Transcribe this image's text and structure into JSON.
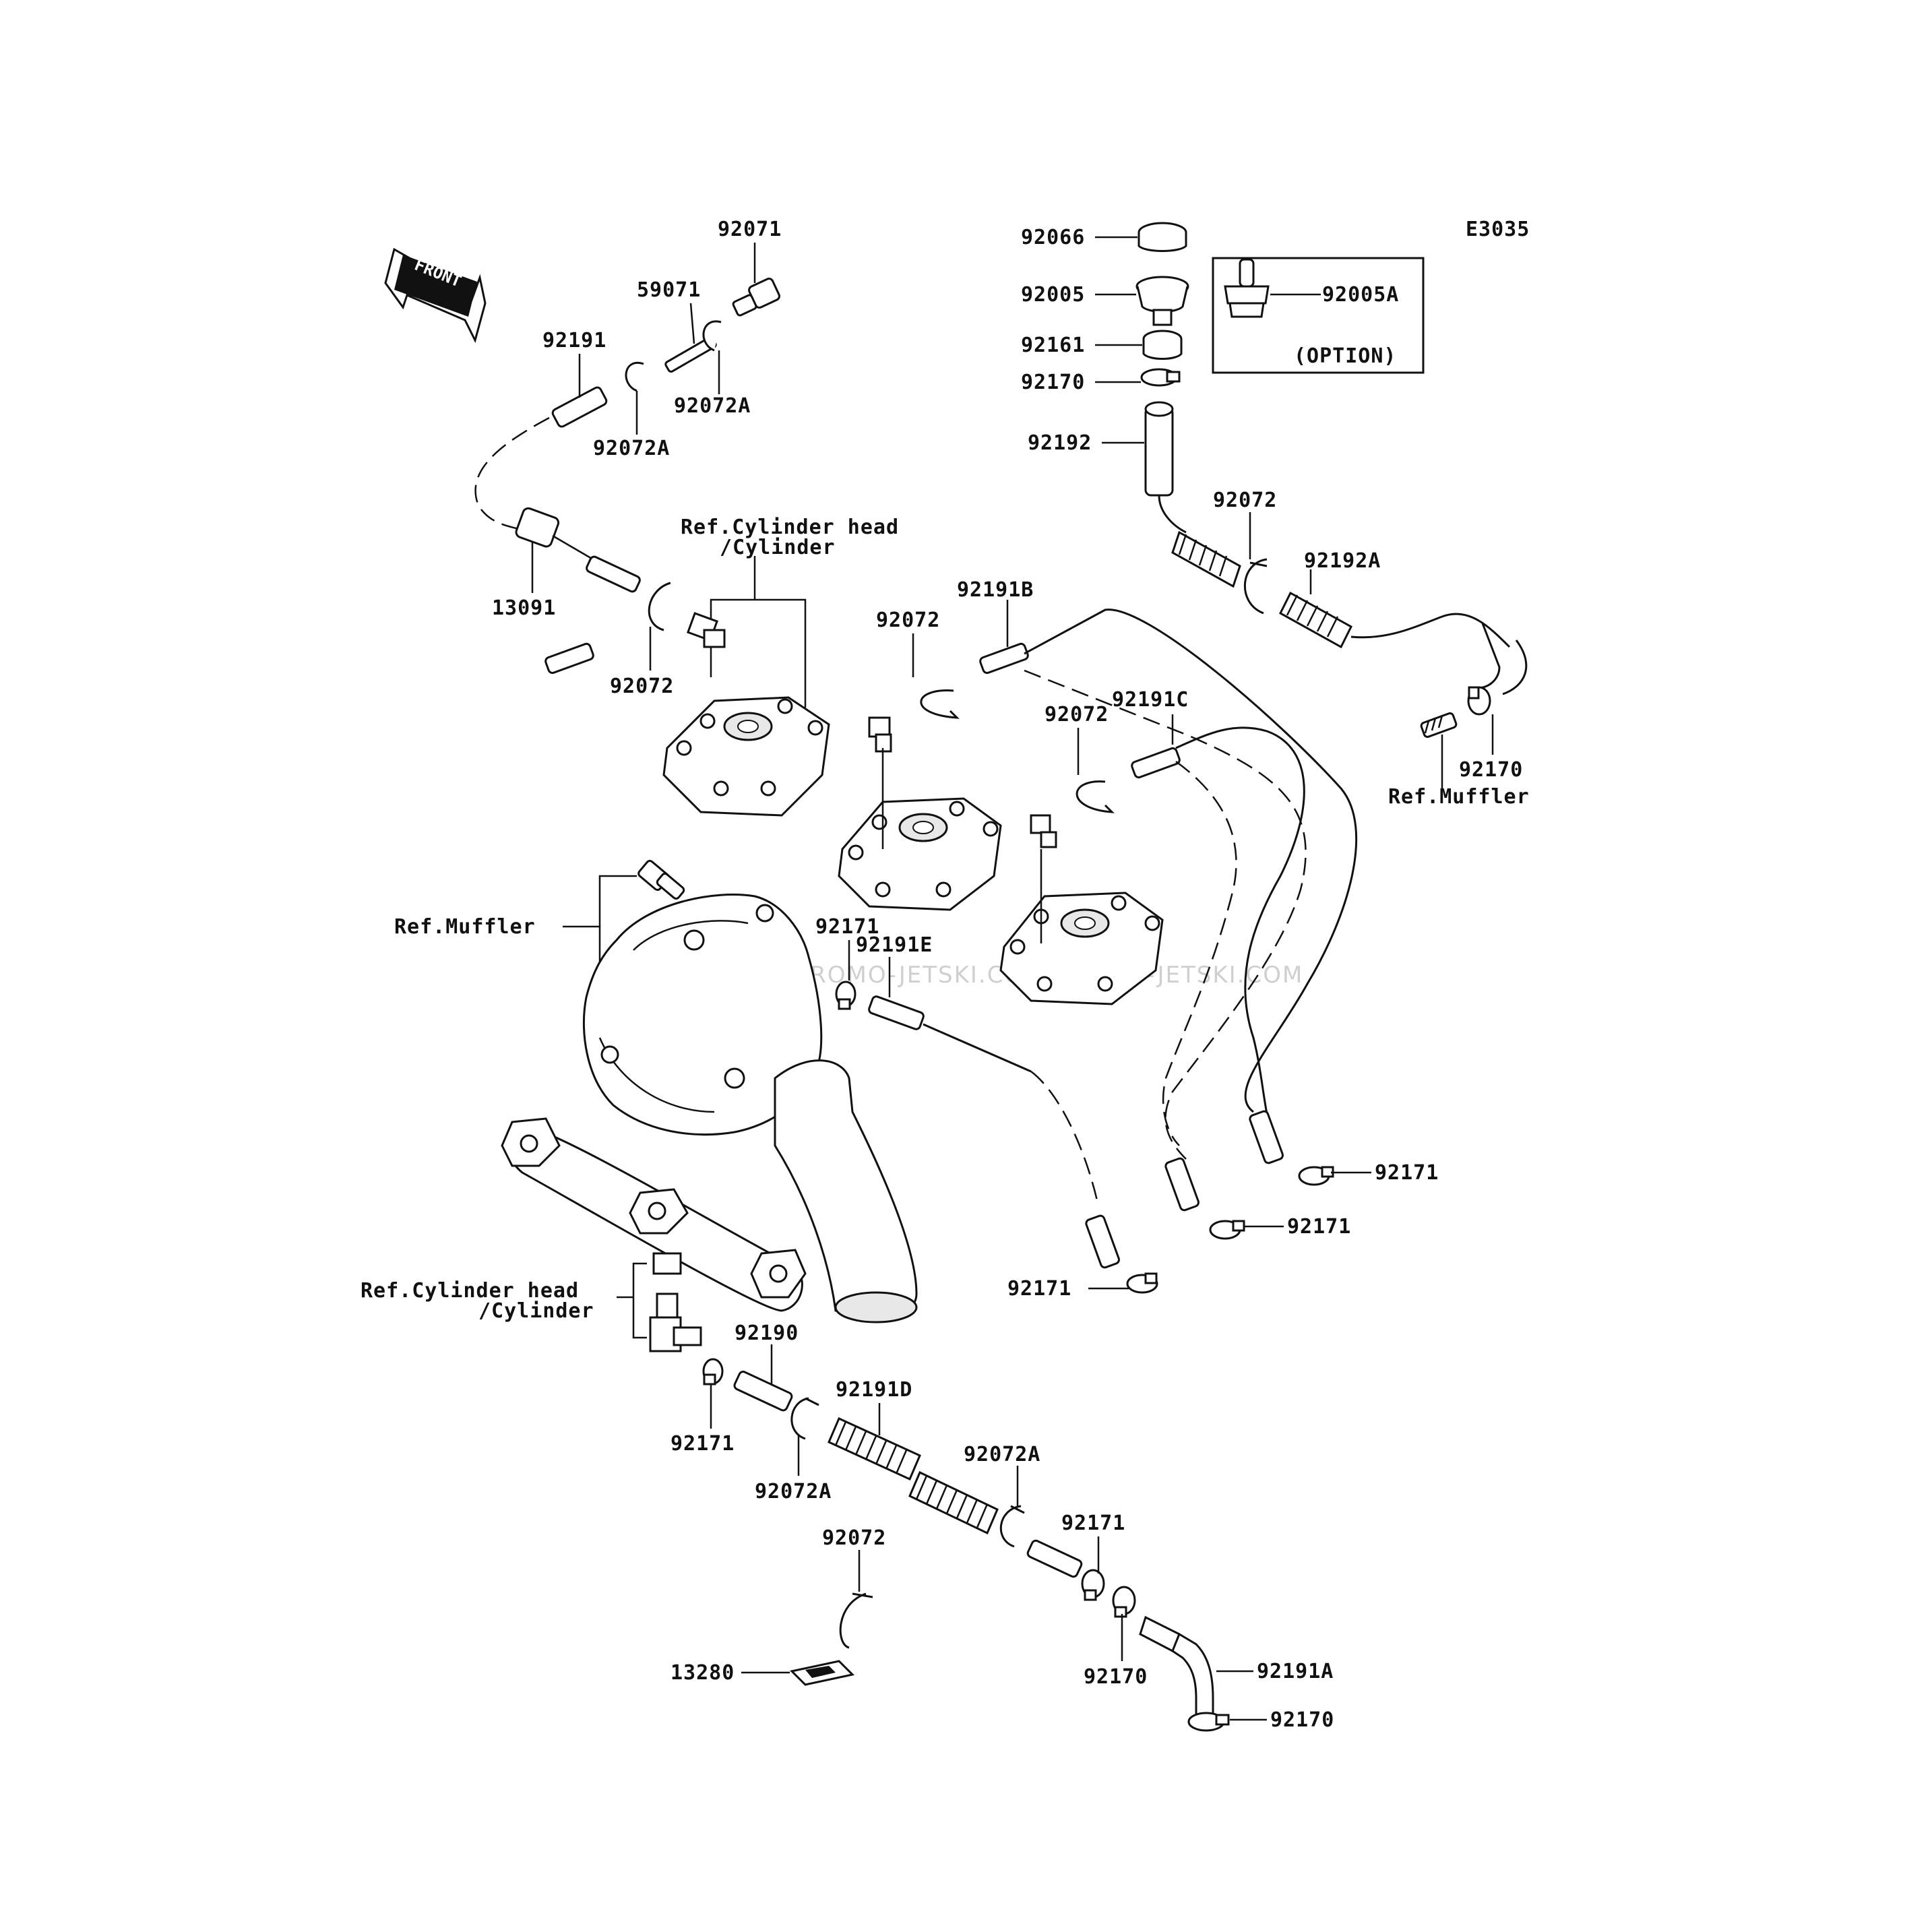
{
  "diagram_code": "E3035",
  "front_label": "FRONT",
  "watermark": "JETSKI.COM    PROMO-JETSKI.COM    PROMO-JETSKI.COM",
  "option_box_label": "(OPTION)",
  "parts": {
    "p92071": "92071",
    "p59071": "59071",
    "p92191": "92191",
    "p92072A_top": "92072A",
    "p92072A_left": "92072A",
    "p13091": "13091",
    "p92072_left": "92072",
    "p92066": "92066",
    "p92005": "92005",
    "p92005A": "92005A",
    "p92161": "92161",
    "p92170_top": "92170",
    "p92192": "92192",
    "p92072_right": "92072",
    "p92192A": "92192A",
    "p92170_right": "92170",
    "p92191B": "92191B",
    "p92072_mid": "92072",
    "p92191C": "92191C",
    "p92072_mid2": "92072",
    "p92171_a": "92171",
    "p92191E": "92191E",
    "p92171_b": "92171",
    "p92171_c": "92171",
    "p92171_d": "92171",
    "p92190": "92190",
    "p92171_e": "92171",
    "p92191D": "92191D",
    "p92072A_bot": "92072A",
    "p92072A_bot2": "92072A",
    "p92171_f": "92171",
    "p92072_bot": "92072",
    "p92170_bot": "92170",
    "p13280": "13280",
    "p92191A": "92191A",
    "p92170_bot2": "92170"
  },
  "references": {
    "ref_cyl_head_top_1": "Ref.Cylinder head",
    "ref_cyl_head_top_2": "/Cylinder",
    "ref_muffler_right": "Ref.Muffler",
    "ref_muffler_left": "Ref.Muffler",
    "ref_cyl_head_bot_1": "Ref.Cylinder head",
    "ref_cyl_head_bot_2": "/Cylinder"
  }
}
